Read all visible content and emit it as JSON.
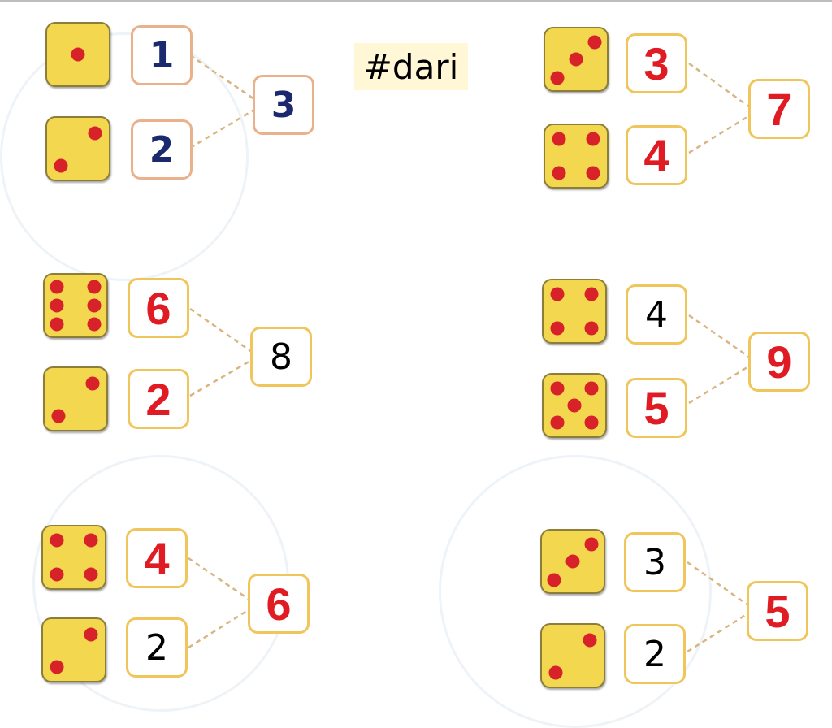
{
  "hashtag": "#dari",
  "colors": {
    "die_face": "#f2d74f",
    "pip": "#d8222a",
    "number_red": "#e01b24",
    "number_navy": "#1b2a6e",
    "box_border": "#f0c65c"
  },
  "groups": [
    {
      "dice": [
        1,
        2
      ],
      "addends": [
        "1",
        "2"
      ],
      "sum": "3"
    },
    {
      "dice": [
        3,
        4
      ],
      "addends": [
        "3",
        "4"
      ],
      "sum": "7"
    },
    {
      "dice": [
        6,
        2
      ],
      "addends": [
        "6",
        "2"
      ],
      "sum": "8"
    },
    {
      "dice": [
        4,
        5
      ],
      "addends": [
        "4",
        "5"
      ],
      "sum": "9"
    },
    {
      "dice": [
        4,
        2
      ],
      "addends": [
        "4",
        "2"
      ],
      "sum": "6"
    },
    {
      "dice": [
        3,
        2
      ],
      "addends": [
        "3",
        "2"
      ],
      "sum": "5"
    }
  ]
}
